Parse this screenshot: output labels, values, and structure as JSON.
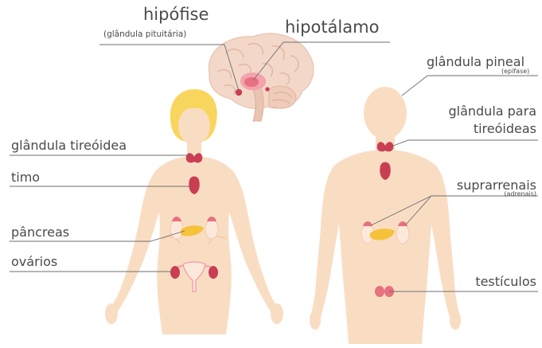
{
  "colors": {
    "skin": "#f9ddc3",
    "skin_outline": "#f2c9a8",
    "hair": "#f8d65e",
    "gland": "#c93e52",
    "gland_light": "#f08a96",
    "pancreas": "#f5c23a",
    "brain": "#f3d8c9",
    "leader": "#6e6e6e",
    "text": "#4a4a4a"
  },
  "labels": {
    "hipofise": "hipófise",
    "hipofise_sub": "(glândula pituitária)",
    "hipotalamo": "hipotálamo",
    "pineal": "glândula pineal",
    "pineal_sub": "(epífase)",
    "paratireoideas_line1": "glândula para",
    "paratireoideas_line2": "tireóideas",
    "tireoidea": "glândula tireóidea",
    "timo": "timo",
    "pancreas": "pâncreas",
    "ovarios": "ovários",
    "suprarrenais": "suprarrenais",
    "suprarrenais_sub": "(adrenais)",
    "testiculos": "testículos"
  }
}
